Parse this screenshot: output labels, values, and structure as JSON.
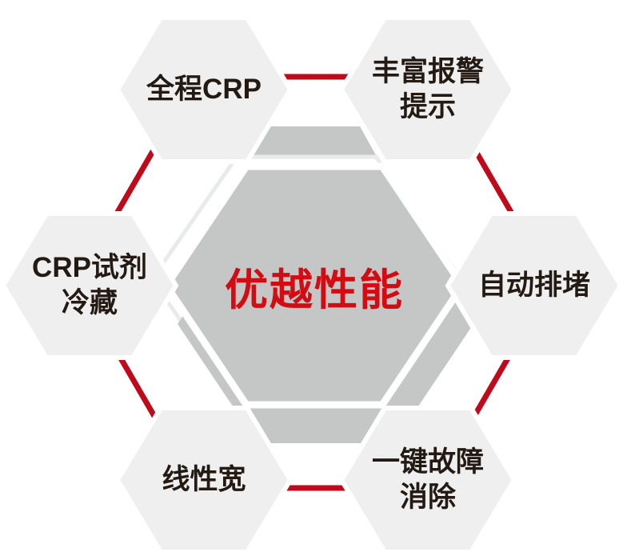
{
  "diagram": {
    "type": "hexagon-feature-diagram",
    "center": {
      "label": "优越性能",
      "fill_color": "#c5c6c6",
      "text_color": "#d20c12"
    },
    "ring": {
      "color": "#bf0a1c",
      "stroke_width": 7
    },
    "satellite": {
      "fill_color": "#efeff0",
      "border_color": "#ffffff",
      "text_color": "#231a14"
    },
    "nodes": [
      {
        "id": "top-left",
        "lines": [
          "全程CRP"
        ]
      },
      {
        "id": "top-right",
        "lines": [
          "丰富报警",
          "提示"
        ]
      },
      {
        "id": "right",
        "lines": [
          "自动排堵"
        ]
      },
      {
        "id": "bottom-right",
        "lines": [
          "一键故障",
          "消除"
        ]
      },
      {
        "id": "bottom-left",
        "lines": [
          "线性宽"
        ]
      },
      {
        "id": "left",
        "lines": [
          "CRP试剂",
          "冷藏"
        ]
      }
    ]
  }
}
